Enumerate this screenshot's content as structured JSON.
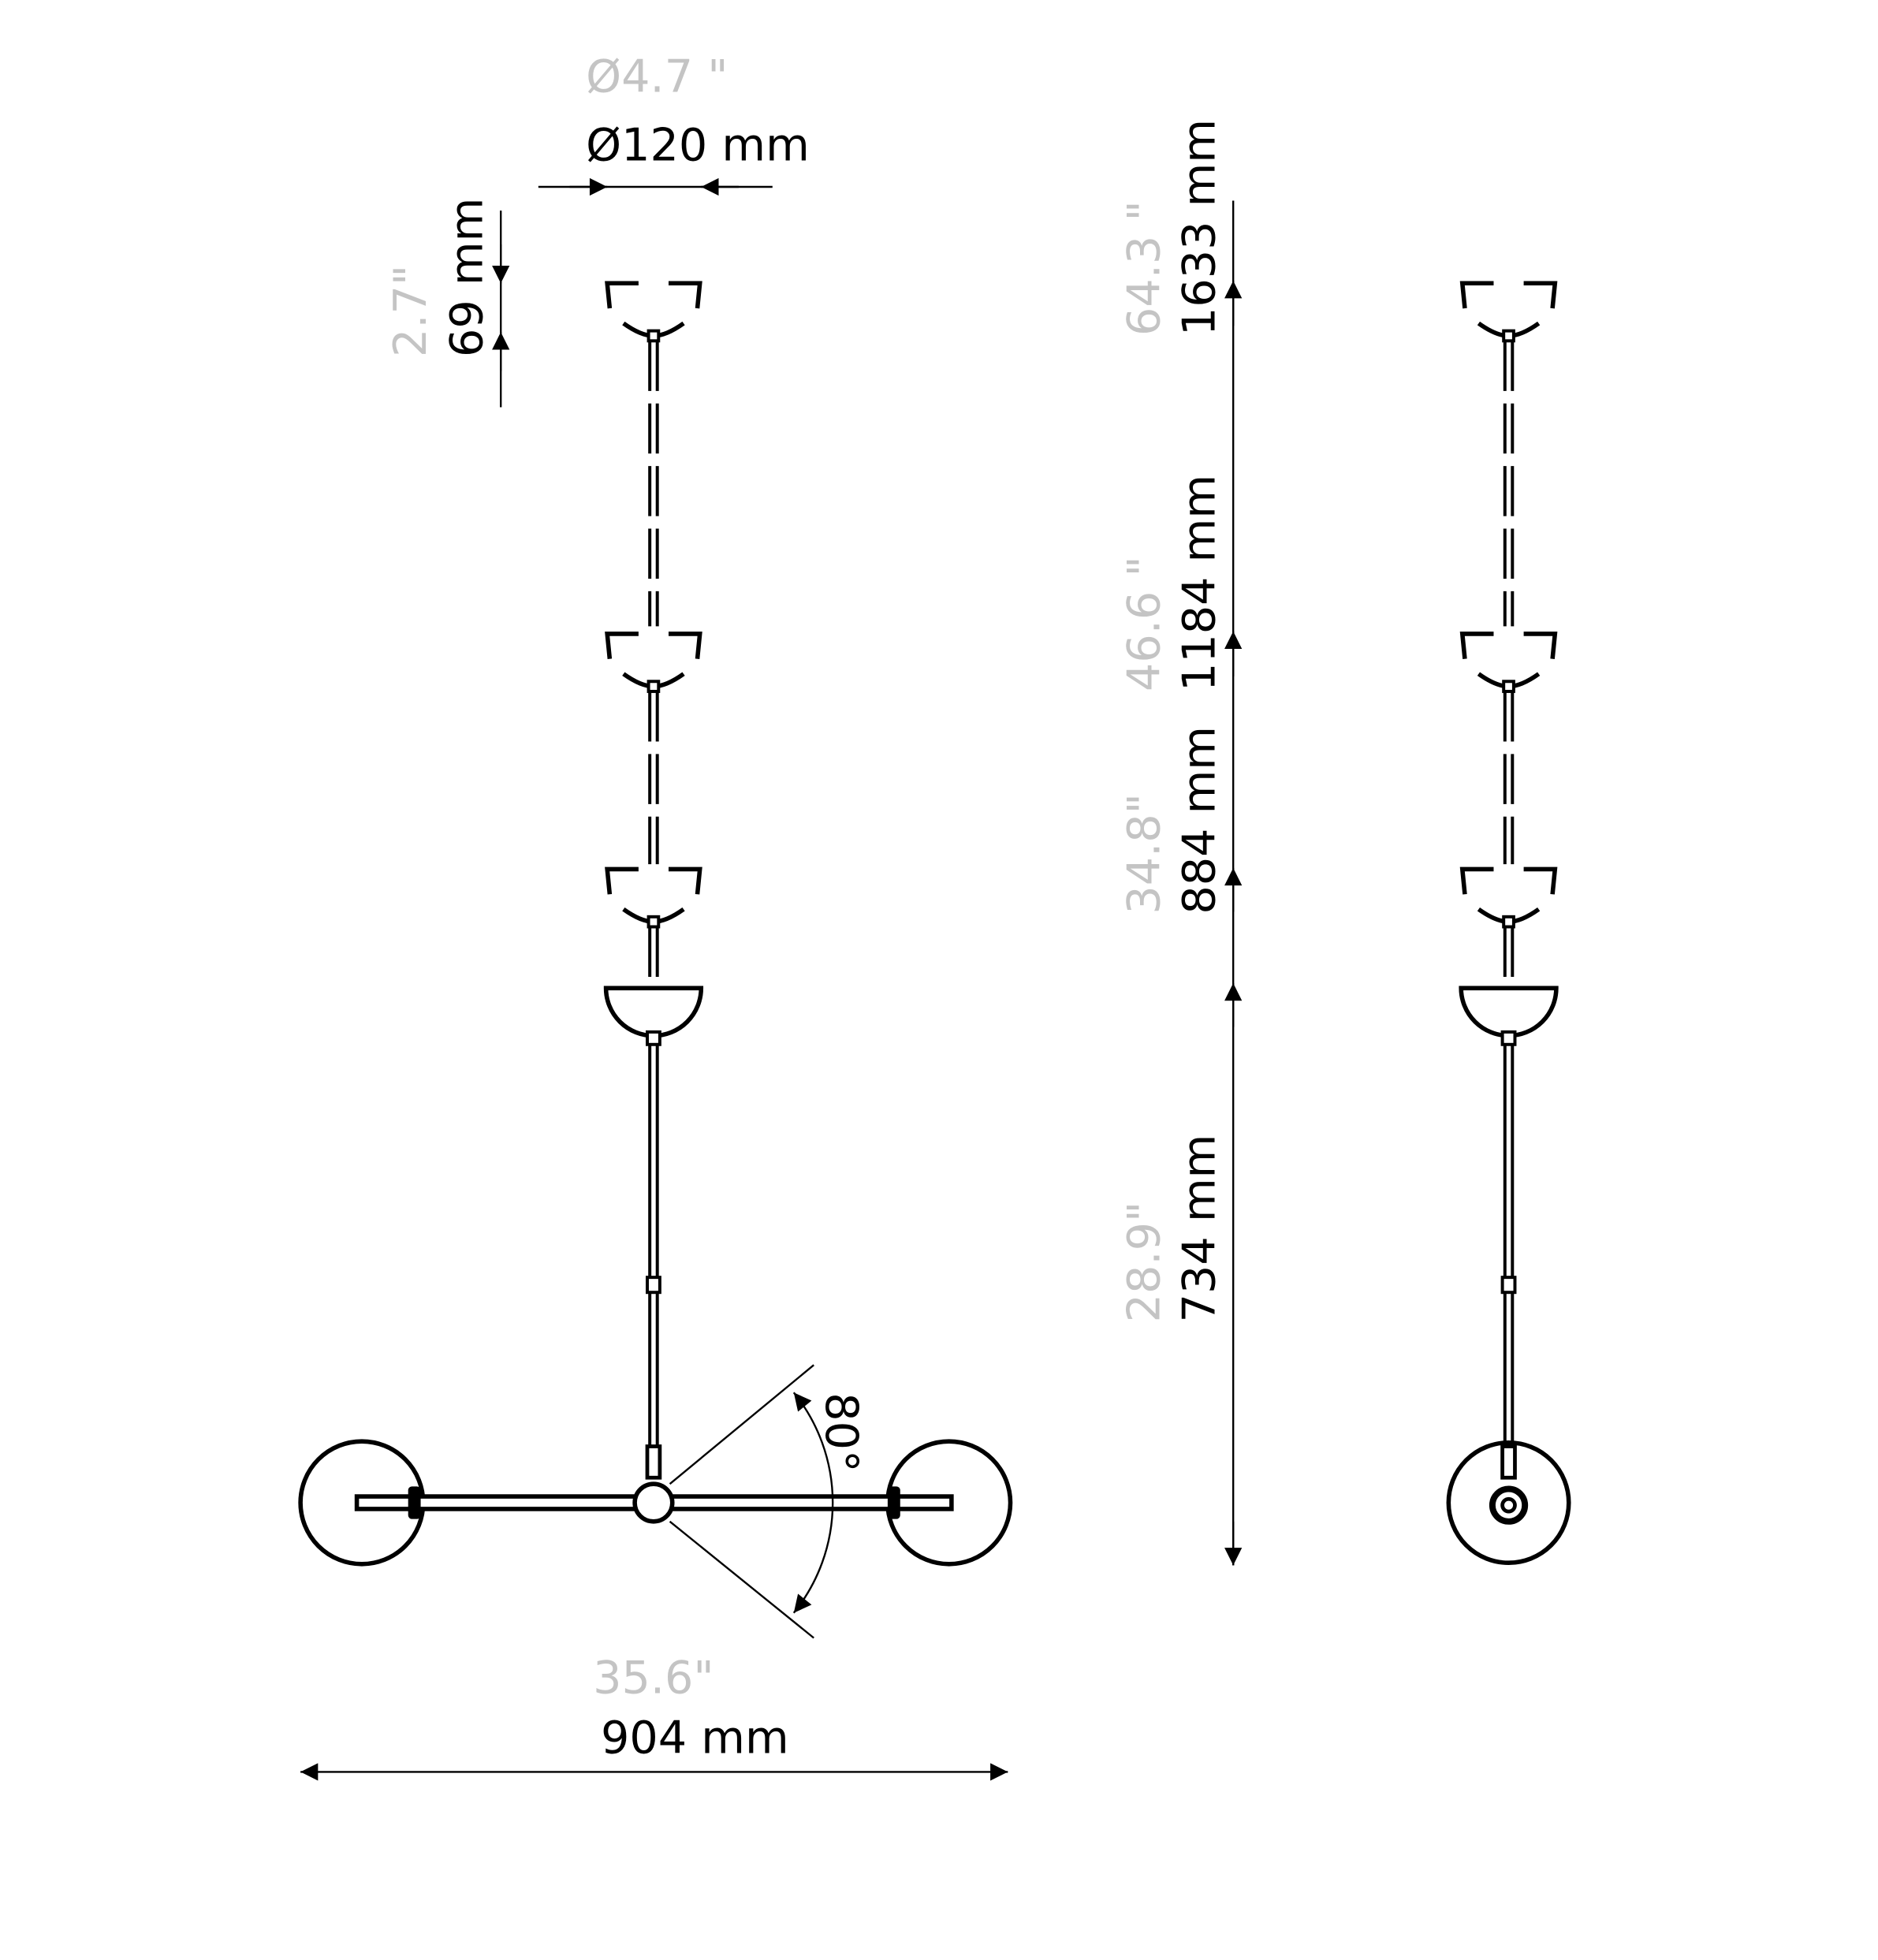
{
  "diameter": {
    "inch": "Ø4.7 \"",
    "mm": "Ø120  mm"
  },
  "canopy_height": {
    "inch": "2.7\"",
    "mm": "69 mm"
  },
  "width": {
    "inch": "35.6\"",
    "mm": "904   mm"
  },
  "angle": {
    "label": "80°"
  },
  "heights": [
    {
      "inch": "64.3 \"",
      "mm": "1633 mm"
    },
    {
      "inch": "46.6 \"",
      "mm": "1184 mm"
    },
    {
      "inch": "34.8\"",
      "mm": "884 mm"
    },
    {
      "inch": "28.9\"",
      "mm": "734 mm"
    }
  ],
  "colors": {
    "line": "#000000",
    "imperial_text": "#c4c4c4"
  }
}
